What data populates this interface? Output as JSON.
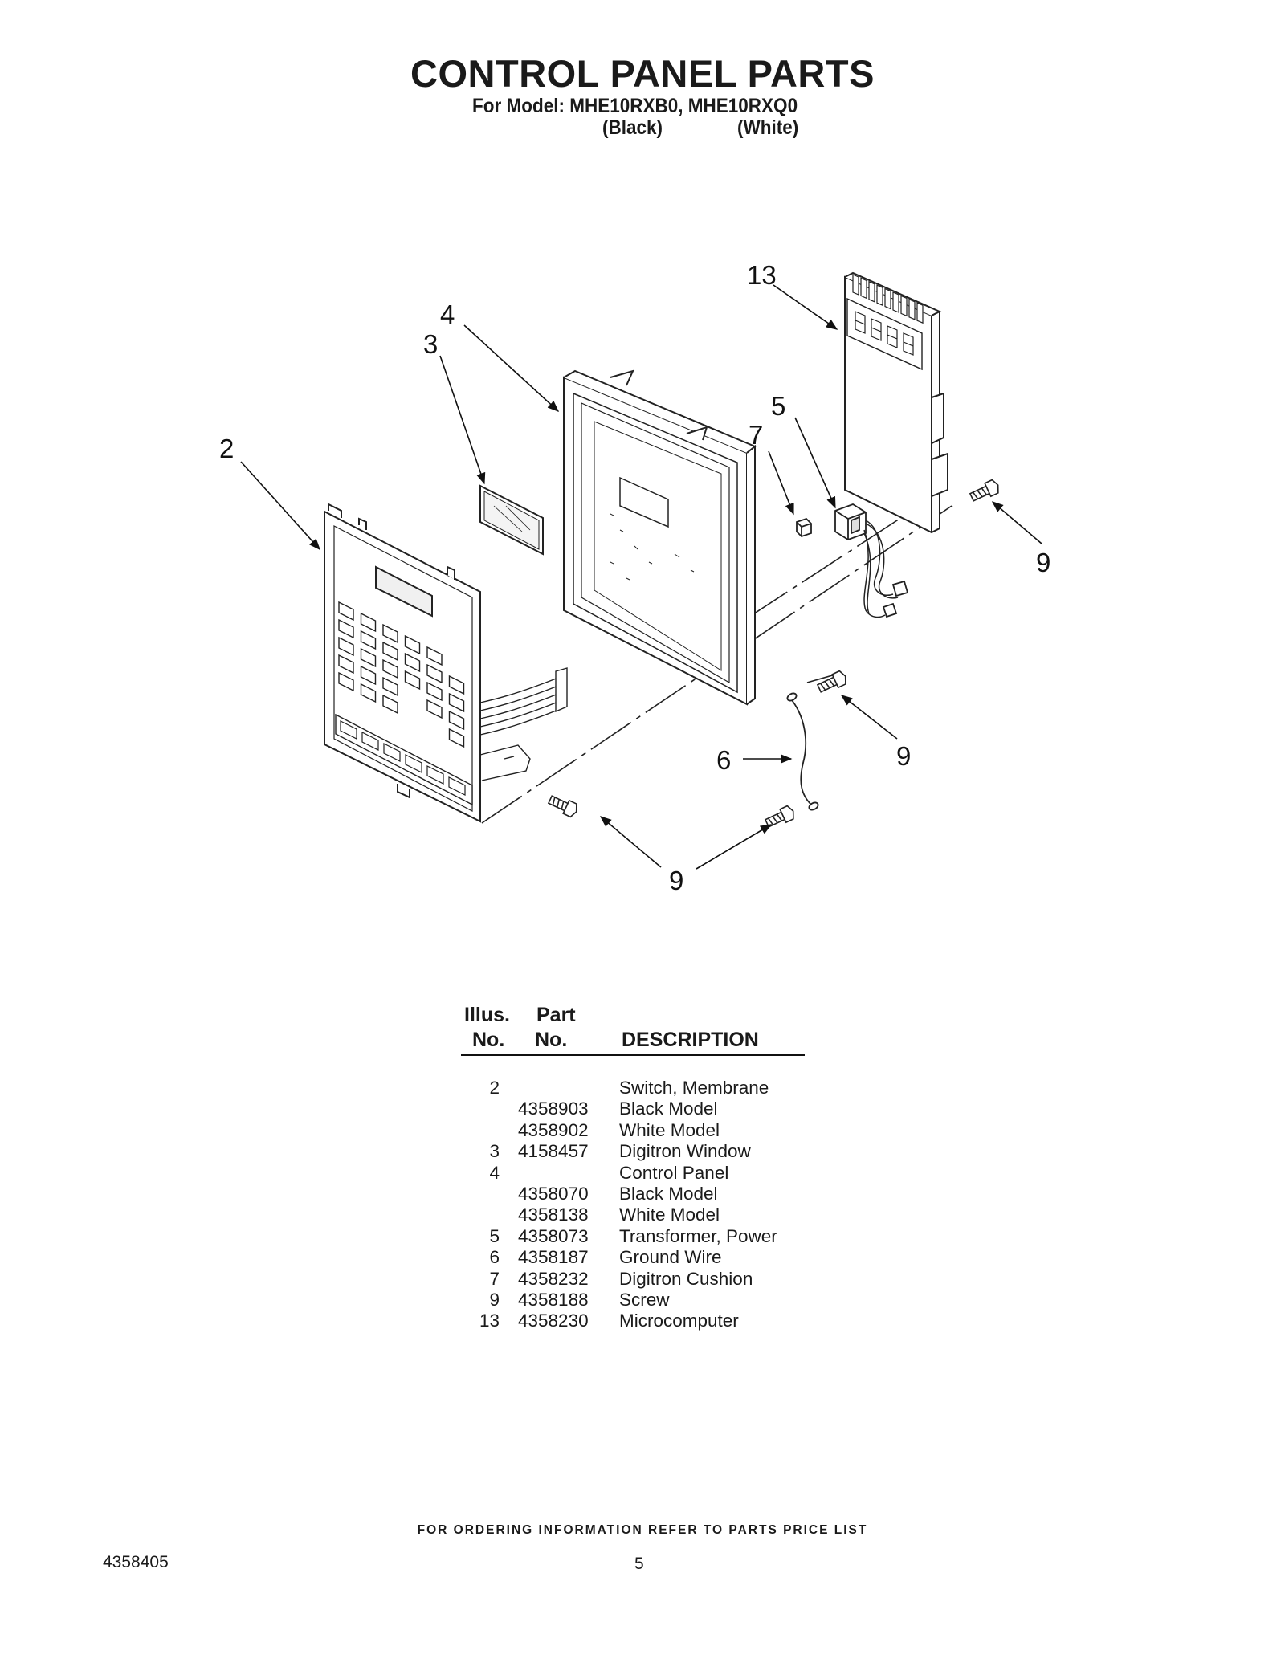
{
  "header": {
    "title": "CONTROL PANEL PARTS",
    "subtitle": "For Model: MHE10RXB0, MHE10RXQ0",
    "color_black": "(Black)",
    "color_white": "(White)"
  },
  "diagram": {
    "callouts": [
      "13",
      "4",
      "3",
      "5",
      "7",
      "2",
      "9",
      "9",
      "6",
      "9"
    ]
  },
  "table": {
    "headers": {
      "illus_line1": "Illus.",
      "illus_line2": "No.",
      "part_line1": "Part",
      "part_line2": "No.",
      "description": "DESCRIPTION"
    },
    "rows": [
      {
        "illus": "2",
        "part": "",
        "desc": "Switch, Membrane"
      },
      {
        "illus": "",
        "part": "4358903",
        "desc": "Black Model"
      },
      {
        "illus": "",
        "part": "4358902",
        "desc": "White Model"
      },
      {
        "illus": "3",
        "part": "4158457",
        "desc": "Digitron Window"
      },
      {
        "illus": "4",
        "part": "",
        "desc": "Control Panel"
      },
      {
        "illus": "",
        "part": "4358070",
        "desc": "Black Model"
      },
      {
        "illus": "",
        "part": "4358138",
        "desc": "White Model"
      },
      {
        "illus": "5",
        "part": "4358073",
        "desc": "Transformer, Power"
      },
      {
        "illus": "6",
        "part": "4358187",
        "desc": "Ground Wire"
      },
      {
        "illus": "7",
        "part": "4358232",
        "desc": "Digitron Cushion"
      },
      {
        "illus": "9",
        "part": "4358188",
        "desc": "Screw"
      },
      {
        "illus": "13",
        "part": "4358230",
        "desc": "Microcomputer"
      }
    ]
  },
  "footer": {
    "ordering_note": "FOR ORDERING INFORMATION REFER TO PARTS PRICE LIST",
    "document_number": "4358405",
    "page_number": "5"
  }
}
